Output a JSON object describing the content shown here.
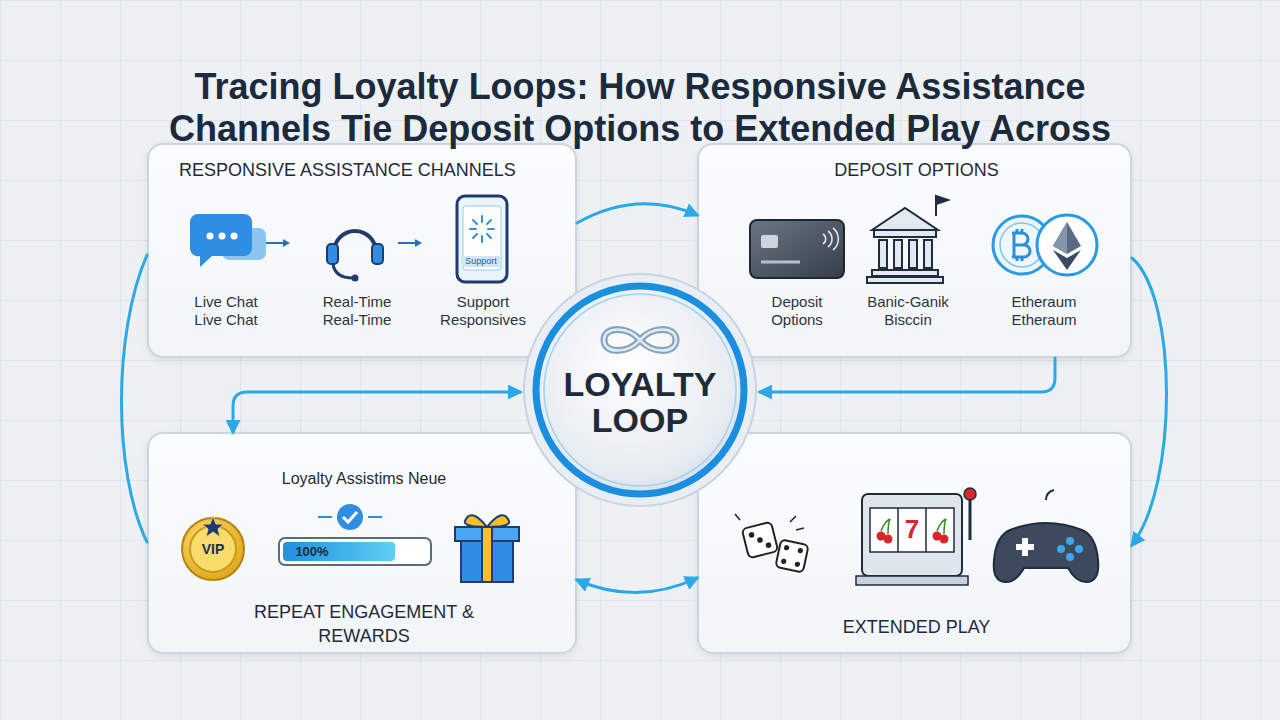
{
  "diagram": {
    "title": "Tracing Loyalty Loops: How Responsive Assistance Channels Tie Deposit Options to Extended Play Across",
    "nodes": [
      {
        "text": [
          "RESPONSIVE ASSISTANCE CHANNELS"
        ]
      },
      {
        "text": [
          "DEPOSIT OPTIONS"
        ]
      },
      {
        "text": [
          "LOYALTY LOOP"
        ]
      },
      {
        "text": [
          "Loyalty Assistims Neue",
          "REPEAT ENGAGEMENT & REWARDS"
        ]
      },
      {
        "text": [
          "EXTENDED PLAY"
        ]
      }
    ],
    "edges": [
      {
        "from": 0,
        "to": 1,
        "arrow": "to"
      },
      {
        "from": 1,
        "to": 4,
        "arrow": "to"
      },
      {
        "from": 1,
        "to": 2,
        "arrow": "to"
      },
      {
        "from": 0,
        "to": 3,
        "arrow": "none"
      },
      {
        "from": 3,
        "to": 2,
        "arrow": "both"
      },
      {
        "from": 3,
        "to": 4,
        "arrow": "both"
      }
    ],
    "labels": [
      "Live Chat Live Chat",
      "Real-Time Real-Time",
      "Support",
      "Support Responsives",
      "Deposit Options",
      "Banic-Ganik Bisccin",
      "Etheraum Etheraum",
      "VIP",
      "100%",
      "7"
    ]
  }
}
